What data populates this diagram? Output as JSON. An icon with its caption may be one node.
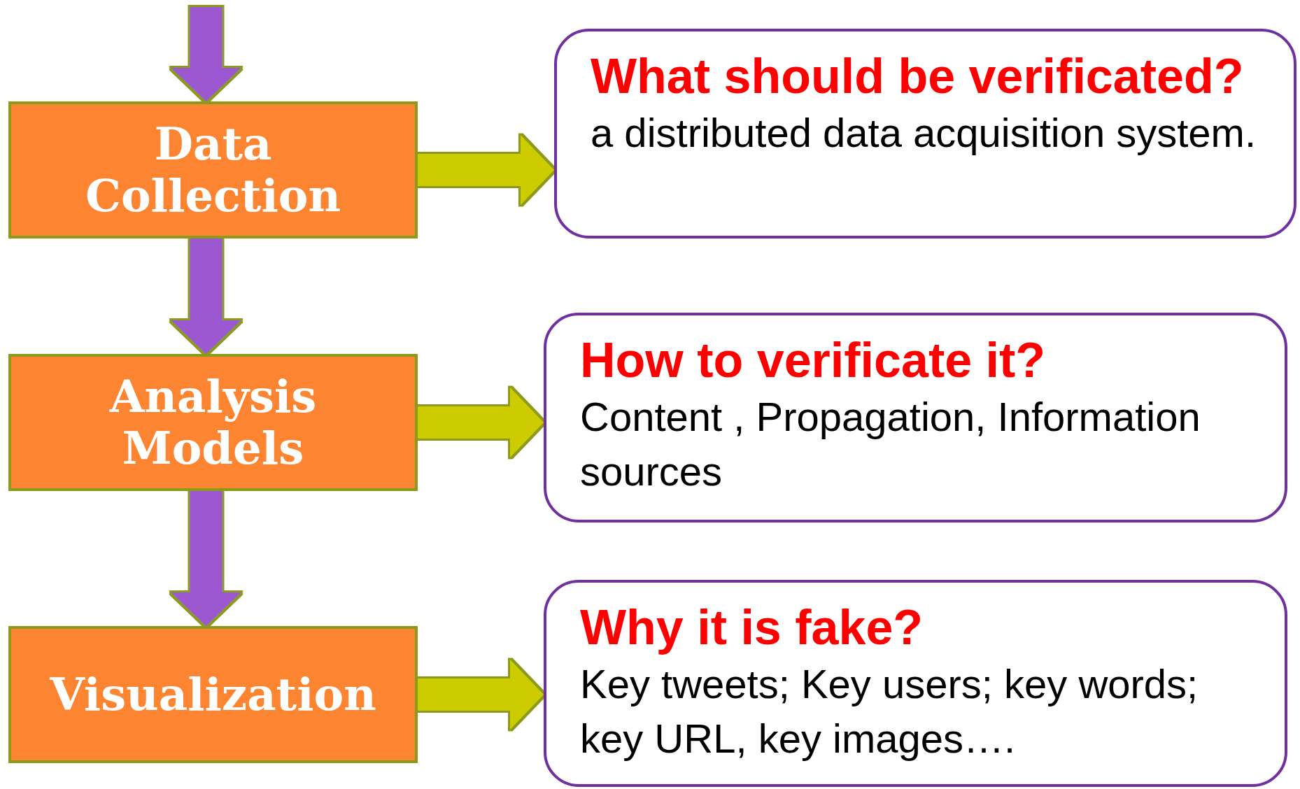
{
  "diagram": {
    "nodes": [
      {
        "text": [
          "Data Collection"
        ]
      },
      {
        "text": [
          "Analysis Models"
        ]
      },
      {
        "text": [
          "Visualization"
        ]
      },
      {
        "text": [
          "What should be verificated?",
          "a distributed data acquisition system."
        ]
      },
      {
        "text": [
          "How to verificate it?",
          "Content , Propagation, Information sources"
        ]
      },
      {
        "text": [
          "Why it is fake?",
          "Key tweets; Key users; key words; key URL, key images…."
        ]
      }
    ],
    "edges": [
      {
        "from": null,
        "to": 0,
        "arrow": "to"
      },
      {
        "from": 0,
        "to": 1,
        "arrow": "to"
      },
      {
        "from": 1,
        "to": 2,
        "arrow": "to"
      },
      {
        "from": 0,
        "to": 3,
        "arrow": "to",
        "color": "#cccc00"
      },
      {
        "from": 1,
        "to": 4,
        "arrow": "to",
        "color": "#cccc00"
      },
      {
        "from": 2,
        "to": 5,
        "arrow": "to",
        "color": "#cccc00"
      }
    ]
  }
}
